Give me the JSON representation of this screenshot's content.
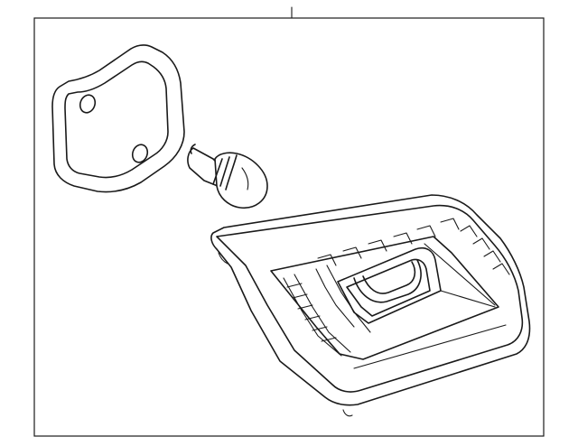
{
  "diagram": {
    "parts": [
      {
        "id": "gasket",
        "icon": "gasket-seal-icon"
      },
      {
        "id": "bulb",
        "icon": "light-bulb-icon"
      },
      {
        "id": "lamp-assembly",
        "icon": "tail-lamp-icon"
      }
    ],
    "colors": {
      "line": "#1a1a1a",
      "background": "#ffffff"
    }
  }
}
